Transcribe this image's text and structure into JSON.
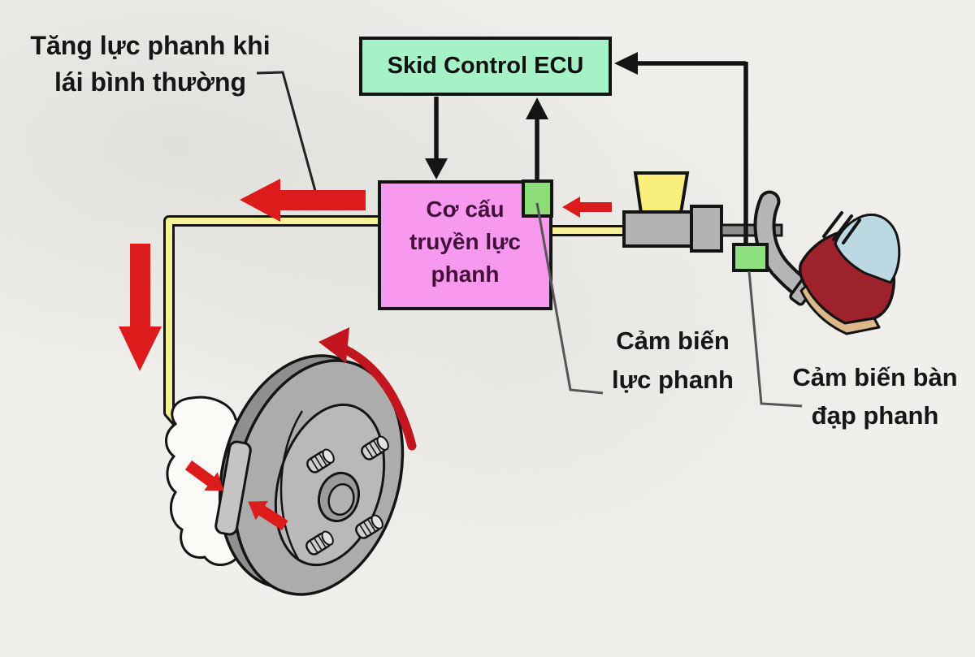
{
  "diagram": {
    "title_none": "",
    "background": "#f2f1ee",
    "annotations": {
      "normal_braking": {
        "lines": [
          "Tăng lực phanh khi",
          "lái bình thường"
        ]
      },
      "force_sensor": {
        "lines": [
          "Cảm biến",
          "lực phanh"
        ]
      },
      "pedal_sensor": {
        "lines": [
          "Cảm biến bàn",
          "đạp phanh"
        ]
      }
    },
    "blocks": {
      "ecu": {
        "label": "Skid Control ECU",
        "fill": "#a4f2c6"
      },
      "actuator": {
        "lines": [
          "Cơ cấu",
          "truyền lực",
          "phanh"
        ],
        "fill": "#f79aef",
        "text_color": "#42103a"
      },
      "force_sensor_chip": {
        "fill": "#8cdc7a"
      },
      "pedal_sensor_chip": {
        "fill": "#8ee080"
      }
    },
    "colors": {
      "outline": "#141414",
      "signal_line": "#141414",
      "arrow_red": "#dd1b1b",
      "rotation_red": "#c2151d",
      "pipe_yellow": "#f6f096",
      "reservoir_yellow": "#f8ef7d",
      "metal_gray": "#b3b3b3",
      "disc_gray": "#acacac",
      "hub_gray": "#b9b9b9",
      "caliper_white": "#fbfaf7",
      "pad_gray": "#c4c4c4",
      "shoe_red": "#9e222b",
      "pant_blue": "#bcd8e2",
      "sole_tan": "#dcb88b",
      "leader_gray": "#555555",
      "label_text": "#161616"
    }
  }
}
